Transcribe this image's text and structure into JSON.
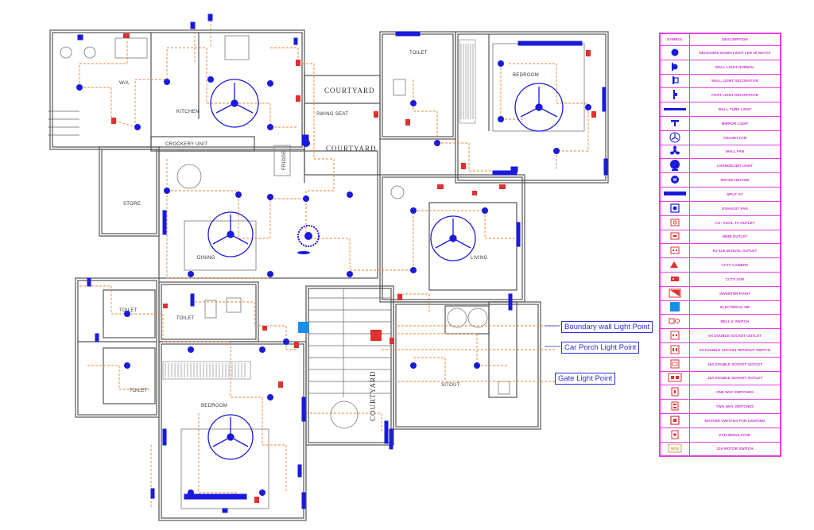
{
  "rooms": {
    "wa": "W/A",
    "kitchen": "KITCHEN",
    "crockery": "CROCKERY UNIT",
    "store": "STORE",
    "dining": "DINING",
    "fridge": "FRIDGE",
    "courtyard_top": "COURTYARD",
    "swing_seat": "SWING SEAT",
    "toilet_top": "TOILET",
    "bedroom_top": "BEDROOM",
    "living": "LIVING",
    "toilet_left": "TOILET",
    "toilet_mid": "TOILET",
    "toilet_left2": "TOILET",
    "bedroom_bottom": "BEDROOM",
    "courtyard_bottom": "COURTYARD",
    "sitout": "SITOUT"
  },
  "callouts": {
    "boundary": "Boundary wall  Light Point",
    "porch": "Car Porch Light Point",
    "gate": "Gate Light Point"
  },
  "legend": {
    "header_symbol": "SYMBOL",
    "header_description": "DESCRIPTION",
    "items": [
      {
        "icon": "recessed-light-icon",
        "description": "RECESSED DOWN LIGHT LED 18 WATTS"
      },
      {
        "icon": "wall-light-icon",
        "description": "WALL LIGHT NORMAL"
      },
      {
        "icon": "wall-light-decorative-icon",
        "description": "WALL LIGHT DECORATIVE"
      },
      {
        "icon": "foot-light-icon",
        "description": "FOOT LIGHT DECORATIVE"
      },
      {
        "icon": "tube-light-icon",
        "description": "WALL TUBE LIGHT"
      },
      {
        "icon": "mirror-light-icon",
        "description": "MIRROR LIGHT"
      },
      {
        "icon": "ceiling-fan-icon",
        "description": "CEILING FAN"
      },
      {
        "icon": "wall-fan-icon",
        "description": "WALL FAN"
      },
      {
        "icon": "chandelier-icon",
        "description": "CHANDELIER LIGHT"
      },
      {
        "icon": "water-heater-icon",
        "description": "WATER HEATER"
      },
      {
        "icon": "split-ac-icon",
        "description": "SPLIT AC"
      },
      {
        "icon": "exhaust-fan-icon",
        "description": "EXHAUST FAN"
      },
      {
        "icon": "tv-outlet-icon",
        "description": "CO- AXIAL TV OUTLET"
      },
      {
        "icon": "hdmi-outlet-icon",
        "description": "HDMI OUTLET"
      },
      {
        "icon": "rj-outlet-icon",
        "description": "RJ-11& 45 DUAL OUTLET"
      },
      {
        "icon": "cctv-camera-icon",
        "description": "CCTV CAMERA"
      },
      {
        "icon": "cctv-dvr-icon",
        "description": "CCTV DVR"
      },
      {
        "icon": "inverter-point-icon",
        "description": "INVERTER POINT"
      },
      {
        "icon": "electrical-db-icon",
        "description": "ELECTRICAL DB"
      },
      {
        "icon": "bell-switch-icon",
        "description": "BELL & SWITCH"
      },
      {
        "icon": "double-socket-icon",
        "description": "6A DOUBLE SOCKET OUTLET"
      },
      {
        "icon": "double-socket-noswitch-icon",
        "description": "6A DOUBLE SOCKET WITHOUT SWITCH"
      },
      {
        "icon": "socket-16a-icon",
        "description": "16A DOUBLE SOCKET OUTLET"
      },
      {
        "icon": "socket-32a-icon",
        "description": "32A DOUBLE SOCKET OUTLET"
      },
      {
        "icon": "one-way-switch-icon",
        "description": "ONE WAY SWITCHES"
      },
      {
        "icon": "two-way-switch-icon",
        "description": "TWO WAY SWITCHES"
      },
      {
        "icon": "master-switch-icon",
        "description": "MASTER SWITCHS FOR LIGHTING"
      },
      {
        "icon": "fan-regulator-icon",
        "description": "FAN REGULATOR"
      },
      {
        "icon": "motor-switch-icon",
        "description": "32A MOTOR SWITCH"
      }
    ]
  },
  "colors": {
    "wall": "#555555",
    "fixture": "#1a1adb",
    "wiring": "#e8843a",
    "socket": "#e03030",
    "legend": "#e040e0"
  }
}
